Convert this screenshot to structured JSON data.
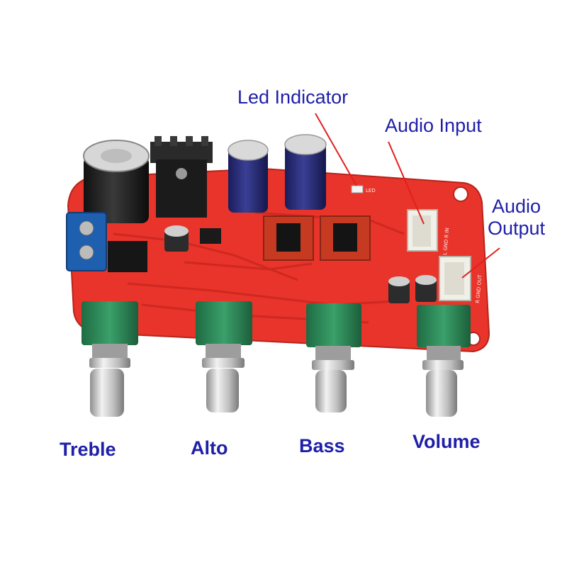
{
  "colors": {
    "label_text": "#1f1fa8",
    "pcb": "#e8342a",
    "annotation_line": "#e02020",
    "knob_body": "#2f8a5a",
    "metal": "#c9c9c9",
    "terminal": "#1e5fb0"
  },
  "labels": {
    "led_indicator": "Led Indicator",
    "audio_input": "Audio Input",
    "audio_output_line1": "Audio",
    "audio_output_line2": "Output",
    "treble": "Treble",
    "alto": "Alto",
    "bass": "Bass",
    "volume": "Volume"
  },
  "board": {
    "silkscreen_led": "LED",
    "silkscreen_in": "L GND R IN",
    "silkscreen_out": "R GND OUT"
  }
}
